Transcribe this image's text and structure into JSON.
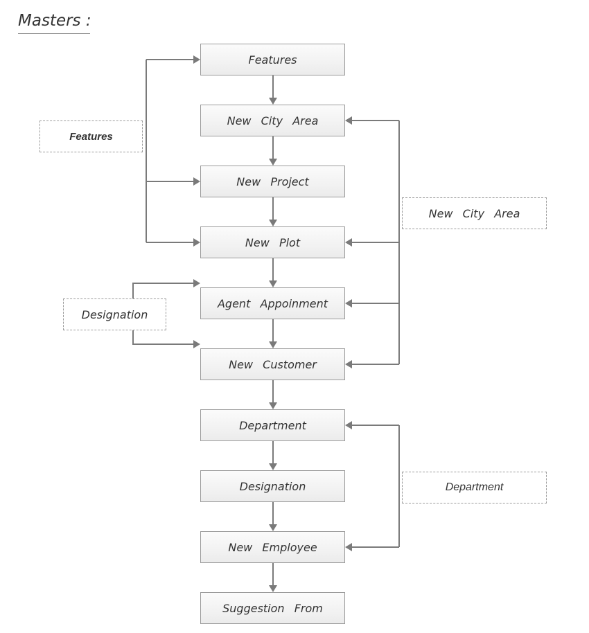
{
  "title": "Masters  :",
  "colors": {
    "connector": "#7a7a7a",
    "node_border": "#9a9a9a",
    "node_fill": "#f2f2f2",
    "text": "#333333",
    "background": "#ffffff"
  },
  "nodes": [
    {
      "id": "features",
      "label": "Features"
    },
    {
      "id": "new-city-area",
      "label": "New  City  Area"
    },
    {
      "id": "new-project",
      "label": "New  Project"
    },
    {
      "id": "new-plot",
      "label": "New  Plot"
    },
    {
      "id": "agent-appoinment",
      "label": "Agent  Appoinment"
    },
    {
      "id": "new-customer",
      "label": "New  Customer"
    },
    {
      "id": "department",
      "label": "Department"
    },
    {
      "id": "designation",
      "label": "Designation"
    },
    {
      "id": "new-employee",
      "label": "New  Employee"
    },
    {
      "id": "suggestion-from",
      "label": "Suggestion  From"
    }
  ],
  "sources": [
    {
      "id": "features-source",
      "label": "Features",
      "targets": [
        "features",
        "new-project",
        "new-plot"
      ]
    },
    {
      "id": "designation-source",
      "label": "Designation",
      "targets": [
        "agent-appoinment",
        "new-customer"
      ]
    },
    {
      "id": "new-city-area-source",
      "label": "New  City  Area",
      "targets": [
        "new-city-area",
        "new-plot",
        "agent-appoinment",
        "new-customer"
      ]
    },
    {
      "id": "department-source",
      "label": "Department",
      "targets": [
        "department",
        "new-employee"
      ]
    }
  ],
  "flow": [
    [
      "features",
      "new-city-area"
    ],
    [
      "new-city-area",
      "new-project"
    ],
    [
      "new-project",
      "new-plot"
    ],
    [
      "new-plot",
      "agent-appoinment"
    ],
    [
      "agent-appoinment",
      "new-customer"
    ],
    [
      "new-customer",
      "department"
    ],
    [
      "department",
      "designation"
    ],
    [
      "designation",
      "new-employee"
    ],
    [
      "new-employee",
      "suggestion-from"
    ]
  ]
}
